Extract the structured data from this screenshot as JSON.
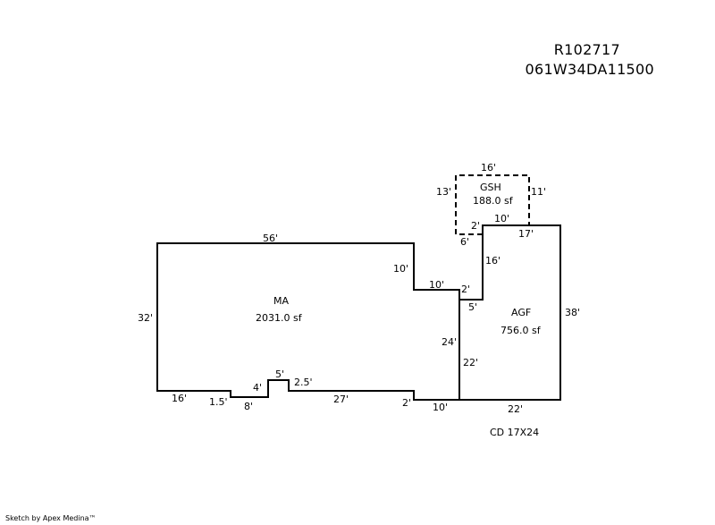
{
  "header": {
    "parcel_id": "R102717",
    "map_number": "061W34DA11500"
  },
  "footer": {
    "credit": "Sketch by Apex Medina™"
  },
  "areas": [
    {
      "code": "MA",
      "area": "2031.0 sf"
    },
    {
      "code": "AGF",
      "area": "756.0 sf"
    },
    {
      "code": "GSH",
      "area": "188.0 sf"
    }
  ],
  "notes": {
    "cd": "CD 17X24"
  },
  "dimensions": {
    "ma_top": "56'",
    "ma_left": "32'",
    "ma_step_down": "10'",
    "ma_step_across": "10'",
    "ma_bottom_right_2": "2'",
    "ma_bottom_27": "27'",
    "ma_bottom_2_5": "2.5'",
    "bump_5": "5'",
    "bump_4": "4'",
    "notch_8": "8'",
    "notch_1_5": "1.5'",
    "ma_bottom_16": "16'",
    "ma_bottom_10": "10'",
    "ma_right_24": "24'",
    "agf_top_17": "17'",
    "agf_right_38": "38'",
    "agf_bottom_22": "22'",
    "agf_left_22": "22'",
    "agf_step_5": "5'",
    "agf_step_2": "2'",
    "agf_left_16": "16'",
    "gsh_top_16": "16'",
    "gsh_left_13": "13'",
    "gsh_right_11": "11'",
    "gsh_bottom_10": "10'",
    "gsh_2": "2'",
    "gsh_6": "6'"
  }
}
